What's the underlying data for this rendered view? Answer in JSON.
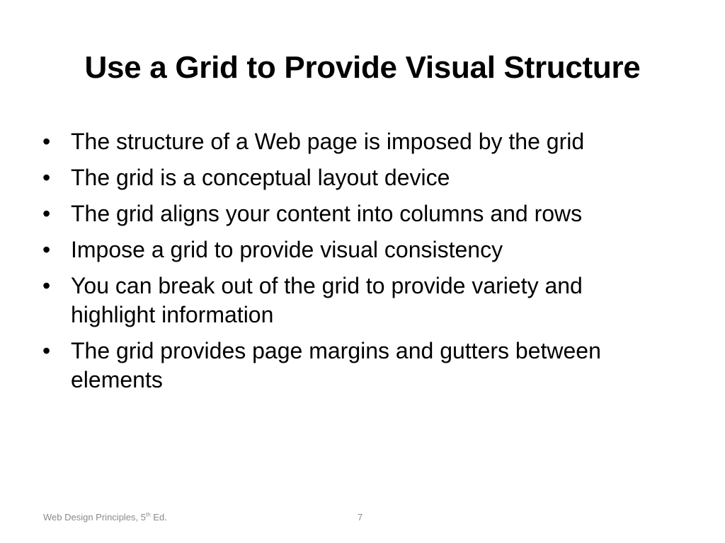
{
  "slide": {
    "title": "Use a Grid to Provide Visual Structure",
    "bullet_symbol": "•",
    "bullets": [
      "The structure of a Web page is imposed by the grid",
      "The grid is a conceptual layout device",
      "The grid aligns your content into columns and rows",
      "Impose a grid to provide visual consistency",
      "You can break out of the grid to provide variety and highlight information",
      "The grid provides page margins and gutters between elements"
    ]
  },
  "footer": {
    "text_prefix": "Web Design Principles, 5",
    "superscript": "th",
    "text_suffix": " Ed.",
    "page_number": "7"
  }
}
